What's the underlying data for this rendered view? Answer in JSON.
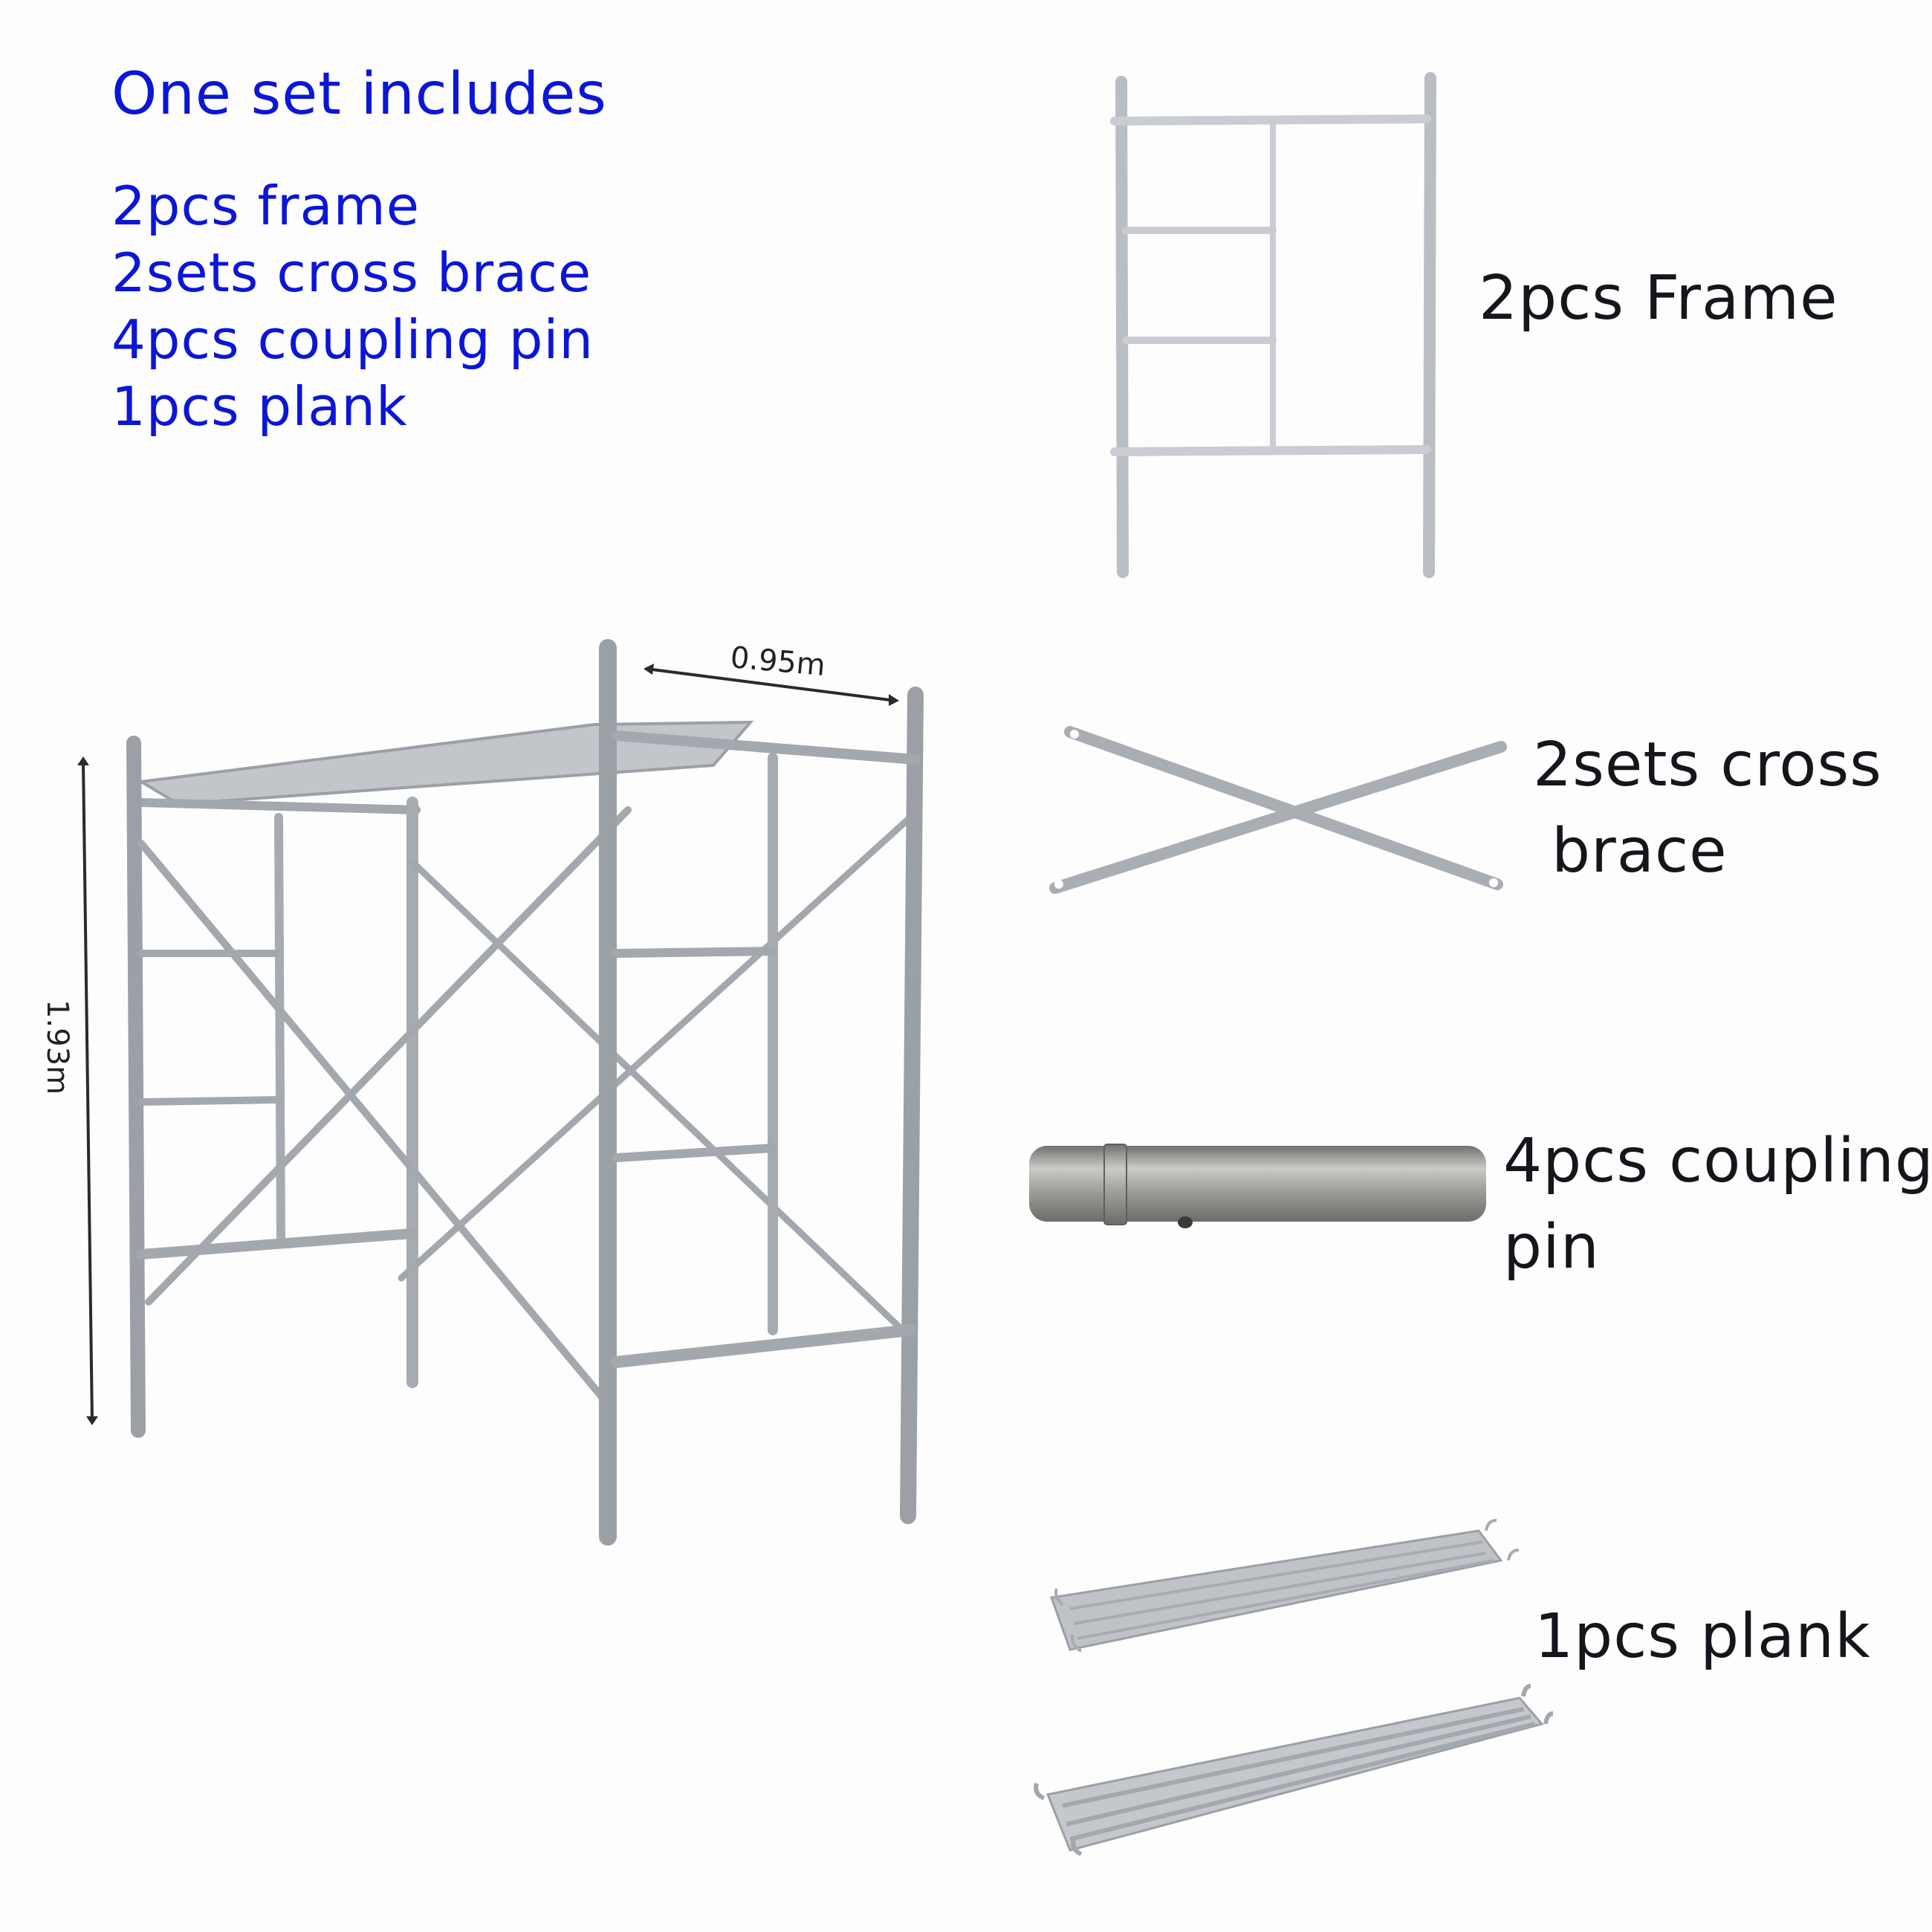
{
  "set_summary": {
    "title": "One set includes",
    "items": [
      {
        "qty": "2pcs",
        "label": "2pcs frame"
      },
      {
        "qty": "2sets",
        "label": "2sets cross brace"
      },
      {
        "qty": "4pcs",
        "label": "4pcs coupling pin"
      },
      {
        "qty": "1pcs",
        "label": "1pcs plank"
      }
    ]
  },
  "assembly": {
    "image": "assembled-frame-scaffold",
    "dimensions": {
      "width": "0.95m",
      "height": "1.93m"
    }
  },
  "components": [
    {
      "image": "frame",
      "label": "2pcs Frame"
    },
    {
      "image": "cross-brace",
      "label_line1": "2sets cross",
      "label_line2": "brace"
    },
    {
      "image": "coupling-pin",
      "label_line1": "4pcs coupling",
      "label_line2": "pin"
    },
    {
      "image": "plank",
      "label": "1pcs plank"
    }
  ],
  "colors": {
    "summary_text": "#0b16d6",
    "label_text": "#15151c",
    "steel": "#b8bcc2",
    "steel_dark": "#8e9399",
    "background": "#fdfdfd"
  }
}
